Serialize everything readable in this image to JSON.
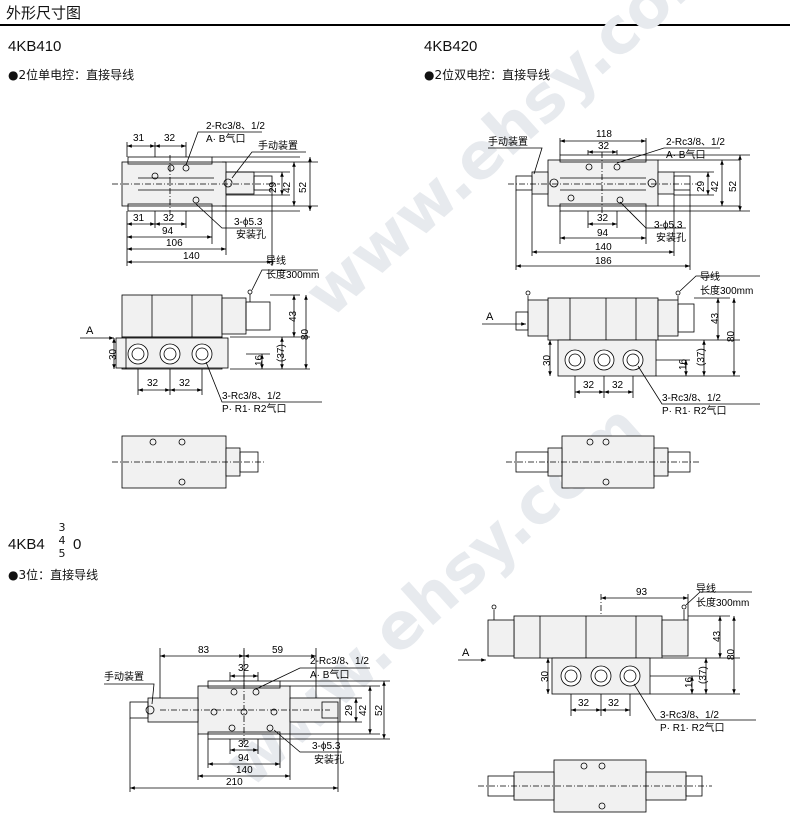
{
  "header": {
    "title": "外形尺寸图"
  },
  "watermark": "www.ehsy.com",
  "models": {
    "m410": {
      "name": "4KB410",
      "desc": "●2位单电控：直接导线"
    },
    "m420": {
      "name": "4KB420",
      "desc": "●2位双电控：直接导线"
    },
    "m4x0": {
      "prefix": "4KB4",
      "variants": [
        "3",
        "4",
        "5"
      ],
      "suffix": "0",
      "desc": "●3位：直接导线"
    }
  },
  "labels": {
    "port_ab": "2-Rc3/8、1/2",
    "port_ab_name": "A· B气口",
    "manual": "手动装置",
    "mount_hole": "3-ϕ5.3",
    "mount_name": "安装孔",
    "wire": "导线",
    "wire_length": "长度300mm",
    "port_pr": "3-Rc3/8、1/2",
    "port_pr_name": "P· R1· R2气口",
    "arrow_a": "A"
  },
  "dims": {
    "m410": {
      "top": [
        "31",
        "32"
      ],
      "height": [
        "29",
        "42",
        "52"
      ],
      "bottom": [
        "31",
        "32",
        "94",
        "106",
        "140"
      ],
      "front": [
        "43",
        "80",
        "(37)",
        "16",
        "30",
        "32",
        "32"
      ]
    },
    "m420": {
      "top": [
        "118",
        "32"
      ],
      "height": [
        "29",
        "42",
        "52"
      ],
      "bottom": [
        "32",
        "94",
        "140",
        "186"
      ],
      "front": [
        "43",
        "80",
        "(37)",
        "16",
        "30",
        "32",
        "32"
      ]
    },
    "m4x0": {
      "top": [
        "83",
        "59",
        "32"
      ],
      "height": [
        "29",
        "42",
        "52"
      ],
      "bottom": [
        "32",
        "94",
        "140",
        "210"
      ],
      "front": [
        "93",
        "43",
        "80",
        "(37)",
        "16",
        "30",
        "32",
        "32"
      ]
    }
  }
}
